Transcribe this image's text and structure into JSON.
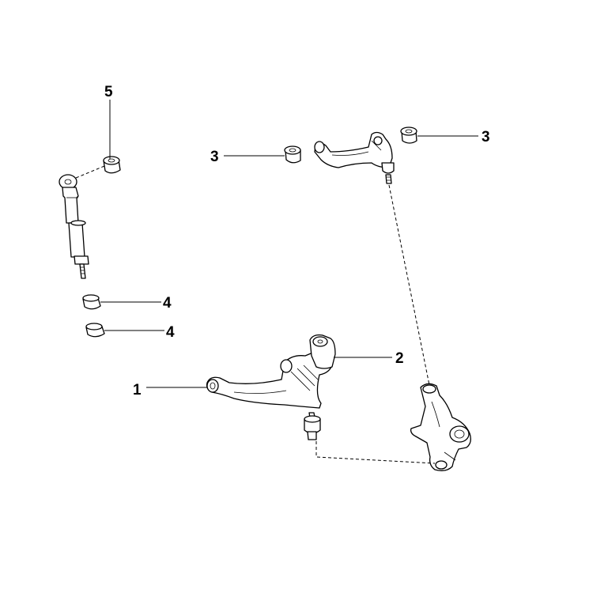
{
  "callouts": {
    "lower_arm": "1",
    "lower_arm_bushing": "2",
    "upper_bushing_left": "3",
    "upper_bushing_right": "3",
    "bump_stop_upper": "4",
    "bump_stop_lower": "4",
    "shock_bushing": "5"
  },
  "colors": {
    "line": "#000000",
    "background": "#ffffff"
  }
}
